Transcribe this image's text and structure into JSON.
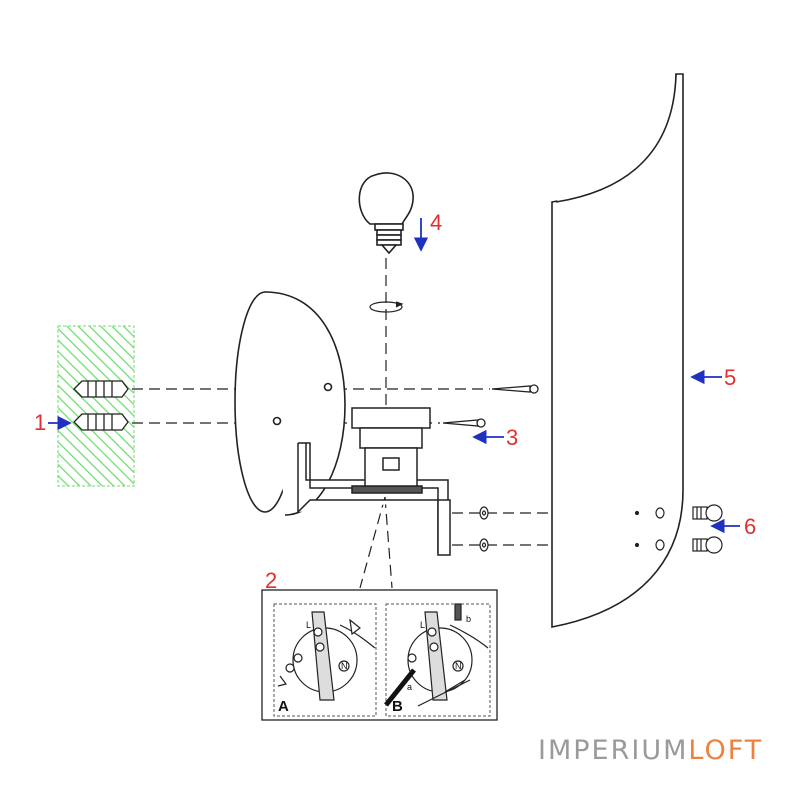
{
  "callouts": [
    {
      "label": "1"
    },
    {
      "label": "2"
    },
    {
      "label": "3"
    },
    {
      "label": "4"
    },
    {
      "label": "5"
    },
    {
      "label": "6"
    }
  ],
  "detail_views": [
    {
      "label": "A"
    },
    {
      "label": "B"
    }
  ],
  "wire_labels": {
    "a": "a",
    "b": "b",
    "n_left": "N",
    "n_right": "N",
    "l_left": "L",
    "l_right": "L"
  },
  "brand": {
    "part1": "IMPERIUM",
    "part2": "LOFT"
  },
  "colors": {
    "callout_number": "#e03030",
    "arrow": "#2030c0",
    "wall_hatch": "#6ddc6d",
    "line": "#222222",
    "brand_gray": "#9a9a9a",
    "brand_orange": "#f08040"
  }
}
